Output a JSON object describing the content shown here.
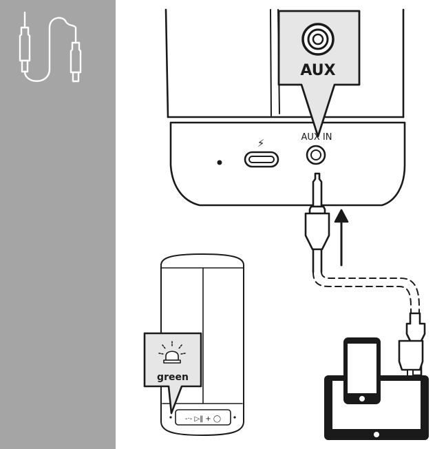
{
  "sidebar": {
    "background_color": "#a5a5a5",
    "icon": "aux-cable-icon"
  },
  "speaker_closeup": {
    "callout_label": "AUX",
    "port_label": "AUX IN",
    "charge_symbol": "⚡"
  },
  "small_speaker": {
    "led_label": "green",
    "control_glyphs": "-·- ▷‖ + ◯"
  },
  "devices": [
    "smartphone-icon",
    "tablet-icon"
  ],
  "colors": {
    "line": "#1a1a1a",
    "callout_bg": "#e6e6e6",
    "sidebar": "#a5a5a5"
  }
}
